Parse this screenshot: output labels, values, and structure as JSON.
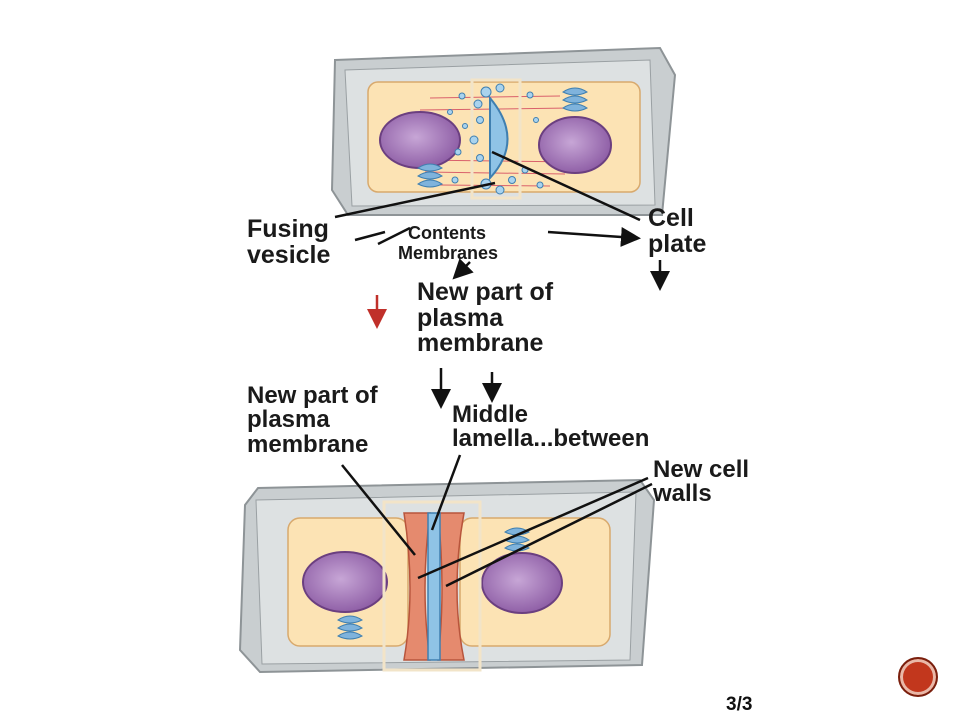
{
  "labels": {
    "fusing_vesicle": [
      "Fusing",
      "vesicle"
    ],
    "contents": "Contents",
    "membranes": "Membranes",
    "cell_plate": [
      "Cell",
      "plate"
    ],
    "new_part_top": [
      "New part of",
      "plasma",
      "membrane"
    ],
    "new_part_bottom": [
      "New part of",
      "plasma",
      "membrane"
    ],
    "middle_lamella": [
      "Middle",
      "lamella...between"
    ],
    "new_cell_walls": [
      "New cell",
      "walls"
    ]
  },
  "footer": {
    "page": "3/3"
  },
  "colors": {
    "wall": "#c9ced0",
    "cytoplasm": "#fce3b4",
    "nucleus": "#9a6fb0",
    "vesicle": "#8fc3e6",
    "new_wall": "#e58a6e",
    "accent_arrow": "#c0302a",
    "nav_button": "#c2371d"
  },
  "icons": {
    "nav": "next-slide-button"
  }
}
